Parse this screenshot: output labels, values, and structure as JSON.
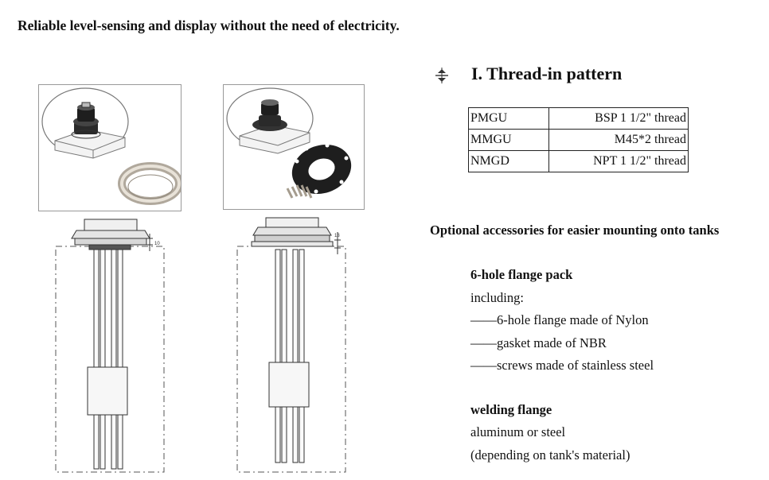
{
  "headline": "Reliable level-sensing and display without the need of electricity.",
  "section": {
    "title": "I. Thread-in pattern",
    "icon": "thread-icon"
  },
  "thread_table": [
    {
      "code": "PMGU",
      "spec": "BSP 1 1/2\" thread"
    },
    {
      "code": "MMGU",
      "spec": "M45*2 thread"
    },
    {
      "code": "NMGD",
      "spec": "NPT 1 1/2\" thread"
    }
  ],
  "optional_heading": "Optional accessories for easier mounting onto tanks",
  "flange_pack": {
    "title": "6-hole flange pack",
    "including": "including:",
    "items": [
      "——6-hole flange made of Nylon",
      "——gasket made of NBR",
      "——screws made of stainless steel"
    ]
  },
  "welding_flange": {
    "title": "welding flange",
    "lines": [
      "aluminum or steel",
      "(depending on tank's material)"
    ]
  },
  "drawing_labels": {
    "left_dim": "10",
    "right_dim": "13"
  },
  "colors": {
    "text": "#111111",
    "border": "#999999",
    "metal": "#cfc8bd",
    "dark_part": "#1e1e1e"
  }
}
